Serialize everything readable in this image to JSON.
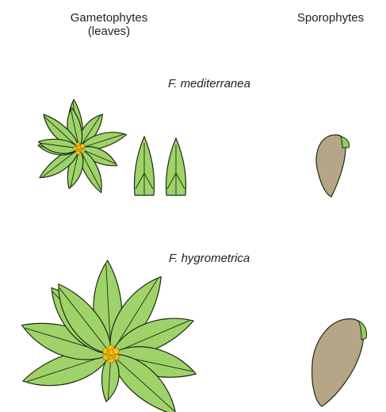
{
  "headers": {
    "gametophytes_line1": "Gametophytes",
    "gametophytes_line2": "(leaves)",
    "sporophytes": "Sporophytes"
  },
  "species": [
    {
      "name": "F. mediterranea"
    },
    {
      "name": "F. hygrometrica"
    }
  ],
  "colors": {
    "leaf_fill": "#9fd36a",
    "leaf_stroke": "#1d2b12",
    "center_fill": "#f2c21a",
    "capsule_fill": "#b7a587",
    "capsule_tip": "#8fd05a",
    "text": "#222222"
  },
  "icons": {
    "rosette_small": "star-rosette-icon",
    "rosette_large": "broad-leaf-rosette-icon",
    "detached_leaf": "lanceolate-leaf-icon",
    "sporophyte": "capsule-icon"
  }
}
